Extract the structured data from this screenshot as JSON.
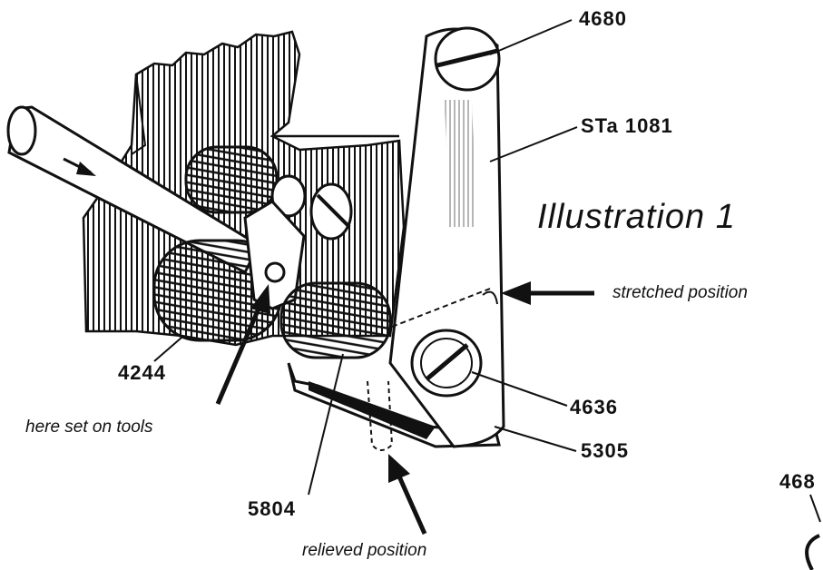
{
  "title": "Illustration 1",
  "part_labels": {
    "screw_top": "4680",
    "lever": "STa 1081",
    "part_4244": "4244",
    "screw_bottom": "4636",
    "part_5305": "5305",
    "spring": "5804",
    "cut_off_right": "468"
  },
  "annotations": {
    "stretched": "stretched position",
    "tools": "here set on tools",
    "relieved": "relieved position"
  }
}
